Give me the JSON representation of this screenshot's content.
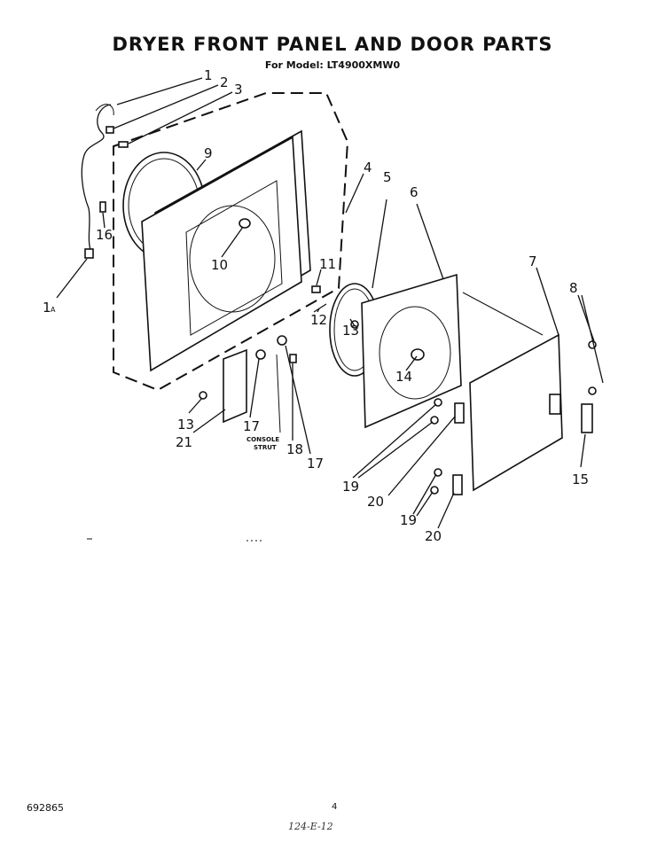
{
  "header": {
    "title": "DRYER FRONT PANEL AND DOOR PARTS",
    "subtitle": "For Model: LT4900XMW0"
  },
  "labels": {
    "p1": "1",
    "p1a": "1",
    "p1a_sub": "A",
    "p2": "2",
    "p3": "3",
    "p4": "4",
    "p5": "5",
    "p6": "6",
    "p7": "7",
    "p8": "8",
    "p9": "9",
    "p10": "10",
    "p11": "11",
    "p12": "12",
    "p13a": "13",
    "p13b": "13",
    "p14": "14",
    "p15": "15",
    "p16": "16",
    "p17a": "17",
    "p17b": "17",
    "p18": "18",
    "p19a": "19",
    "p19b": "19",
    "p20a": "20",
    "p20b": "20",
    "p21": "21",
    "console_strut_1": "CONSOLE",
    "console_strut_2": "STRUT"
  },
  "footer": {
    "doc_number": "692865",
    "page_number": "4",
    "stamp": "124-E-12"
  }
}
